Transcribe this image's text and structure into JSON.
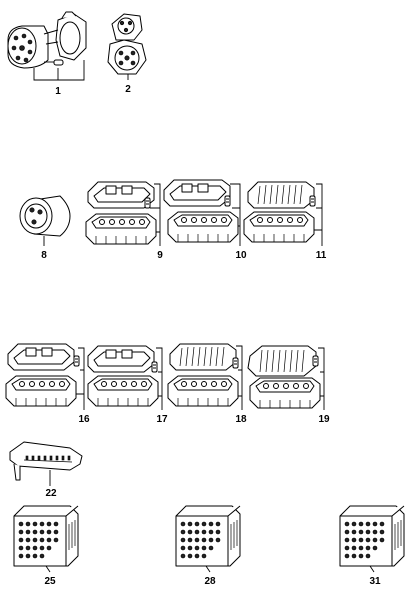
{
  "callouts": {
    "c1": "1",
    "c2": "2",
    "c8": "8",
    "c9": "9",
    "c10": "10",
    "c11": "11",
    "c16": "16",
    "c17": "17",
    "c18": "18",
    "c19": "19",
    "c22": "22",
    "c25": "25",
    "c28": "28",
    "c31": "31"
  }
}
